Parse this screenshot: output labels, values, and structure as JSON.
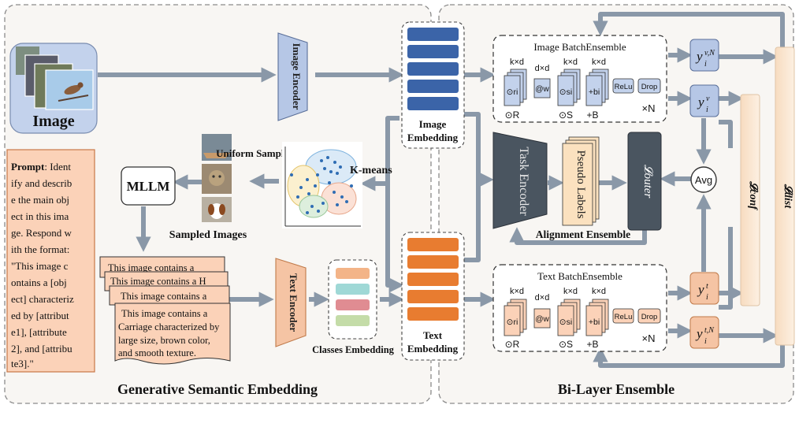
{
  "sections": {
    "left_title": "Generative Semantic Embedding",
    "right_title": "Bi-Layer Ensemble"
  },
  "left": {
    "image_label": "Image",
    "image_encoder": "Image Encoder",
    "text_encoder": "Text Encoder",
    "mllm": "MLLM",
    "uniform_sampling": "Uniform Sampling",
    "kmeans": "K-means",
    "sampled_images": "Sampled Images",
    "classes_embedding": "Classes Embedding",
    "prompt_bold": "Prompt",
    "prompt_lines": [
      ": Ident",
      "ify and describ",
      "e the main obj",
      "ect in this ima",
      "ge. Respond w",
      "ith the format:",
      "\"This image c",
      "ontains a [obj",
      "ect] characteriz",
      "ed by [attribut",
      "e1], [attribute",
      "2], and [attribu",
      "te3].\""
    ],
    "caption_stack": [
      "This image contains a",
      "This image contains a H",
      "This image contains a"
    ],
    "caption_front": [
      "This image contains a",
      "Carriage characterized by",
      "large size, brown color,",
      "and smooth texture."
    ]
  },
  "middle": {
    "image_embedding": [
      "Image",
      "Embedding"
    ],
    "text_embedding": [
      "Text",
      "Embedding"
    ]
  },
  "right": {
    "image_be_title": "Image BatchEnsemble",
    "text_be_title": "Text BatchEnsemble",
    "dims": {
      "kxd": "k×d",
      "dxd": "d×d"
    },
    "ops": {
      "ri": "⊙ri",
      "w": "@w",
      "si": "⊙si",
      "bi": "+bi",
      "relu": "ReLu",
      "drop": "Drop"
    },
    "below": {
      "r": "⊙R",
      "s": "⊙S",
      "b": "+B",
      "n": "×N"
    },
    "task_encoder": "Task Encoder",
    "pseudo_labels": "Pseudo Labels",
    "alignment_ensemble": "Alignment Ensemble",
    "avg": "Avg",
    "l_outer": "𝓛outer",
    "l_conf": "𝓛conf",
    "l_dist": "𝓛dist",
    "y_img_n": {
      "base": "y",
      "sub": "i",
      "sup": "v,N"
    },
    "y_img": {
      "base": "y",
      "sub": "i",
      "sup": "v"
    },
    "y_txt": {
      "base": "y",
      "sub": "i",
      "sup": "t"
    },
    "y_txt_n": {
      "base": "y",
      "sub": "i",
      "sup": "t,N"
    }
  },
  "colors": {
    "arrow": "#8a98a8",
    "image_blue": "#3b64a8",
    "encoder_blue": "#b6c7e6",
    "text_orange": "#e87c30",
    "encoder_orange": "#f5c4a4",
    "prompt_bg": "#fbd2b8",
    "dark_block": "#4a5560",
    "loss_bg": "#fbe6cf"
  }
}
